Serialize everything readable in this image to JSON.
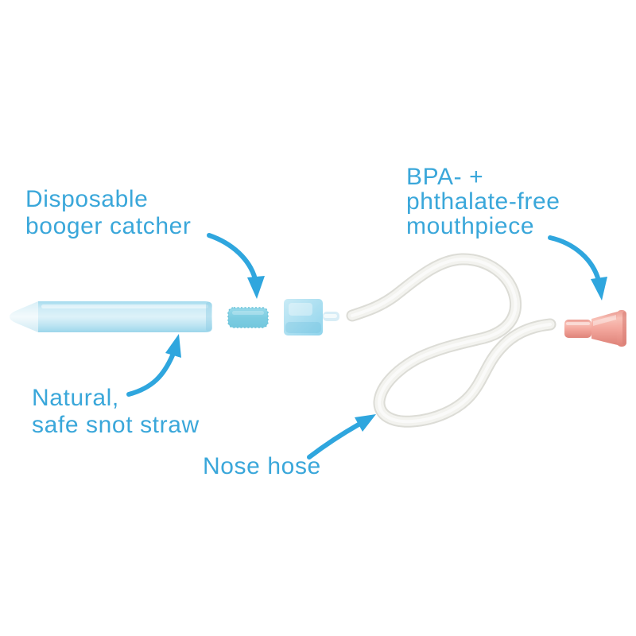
{
  "page": {
    "background": "#ffffff",
    "description": "Exploded product diagram of a baby nasal aspirator with four annotated parts"
  },
  "colors": {
    "label_text": "#3aa7da",
    "arrow_blue": "#2fa6de",
    "straw_blue": "#bce4f2",
    "foam_blue": "#7ccfe3",
    "cap_blue": "#a0dbee",
    "hose_white": "#f3f3ef",
    "hose_outline": "#dcdcd6",
    "mouthpiece_pink": "#f2a096"
  },
  "diagram": {
    "labels": {
      "booger_catcher": "Disposable\nbooger catcher",
      "mouthpiece": "BPA- +\nphthalate-free\nmouthpiece",
      "snot_straw": "Natural,\nsafe snot straw",
      "nose_hose": "Nose hose"
    },
    "parts": [
      {
        "name": "snot-straw",
        "label": "Natural, safe snot straw"
      },
      {
        "name": "foam-filter",
        "label": "Disposable booger catcher"
      },
      {
        "name": "collar-cap",
        "label": ""
      },
      {
        "name": "nose-hose-tube",
        "label": "Nose hose"
      },
      {
        "name": "mouthpiece",
        "label": "BPA- + phthalate-free mouthpiece"
      }
    ]
  }
}
